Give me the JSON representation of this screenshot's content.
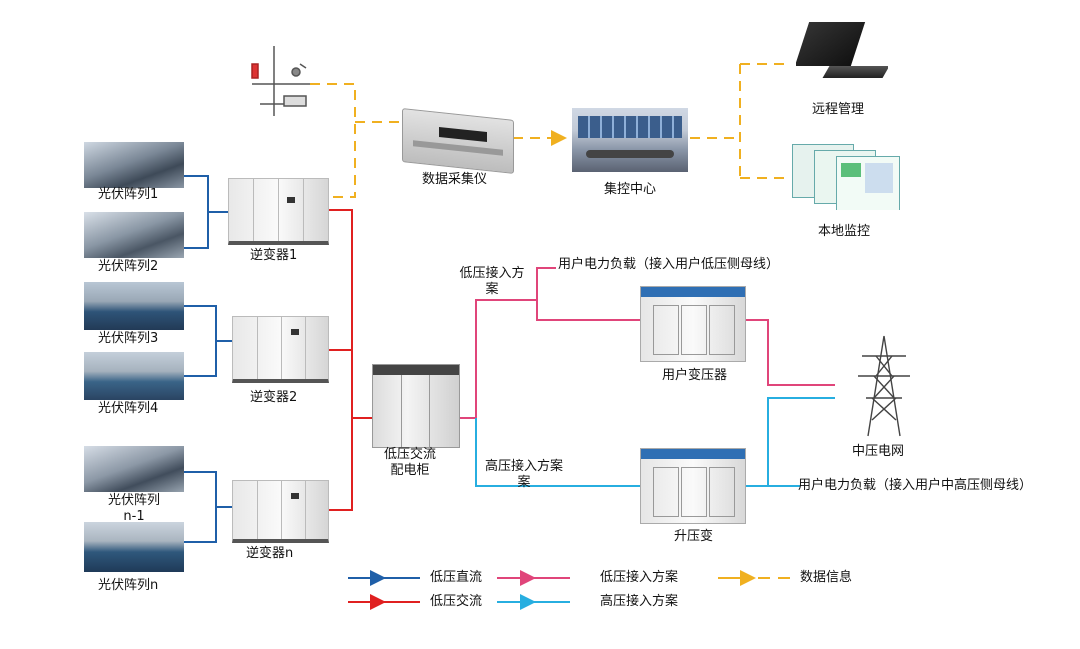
{
  "pv_labels": {
    "a1": "光伏阵列1",
    "a2": "光伏阵列2",
    "a3": "光伏阵列3",
    "a4": "光伏阵列4",
    "an1_line1": "光伏阵列",
    "an1_line2": "n-1",
    "an": "光伏阵列n"
  },
  "inverters": {
    "i1": "逆变器1",
    "i2": "逆变器2",
    "in": "逆变器n"
  },
  "data_collector": "数据采集仪",
  "control_center": "集控中心",
  "remote_mgmt": "远程管理",
  "local_monitor": "本地监控",
  "ac_cabinet": {
    "line1": "低压交流",
    "line2": "配电柜"
  },
  "low_voltage_scheme": {
    "line1": "低压接入方",
    "line2": "案"
  },
  "high_voltage_scheme": {
    "line1": "高压接入方案",
    "line2": "案"
  },
  "user_load_low": "用户电力负载（接入用户低压侧母线）",
  "user_load_high": "用户电力负载（接入用户中高压侧母线）",
  "user_transformer": "用户变压器",
  "step_up": "升压变",
  "grid": "中压电网",
  "legend": {
    "dc": "低压直流",
    "ac": "低压交流",
    "low_scheme": "低压接入方案",
    "high_scheme": "高压接入方案",
    "data": "数据信息"
  },
  "colors": {
    "dc": "#1f5fa8",
    "ac": "#e02020",
    "low_scheme": "#e0457a",
    "high_scheme": "#27aee0",
    "data": "#f0b020"
  }
}
